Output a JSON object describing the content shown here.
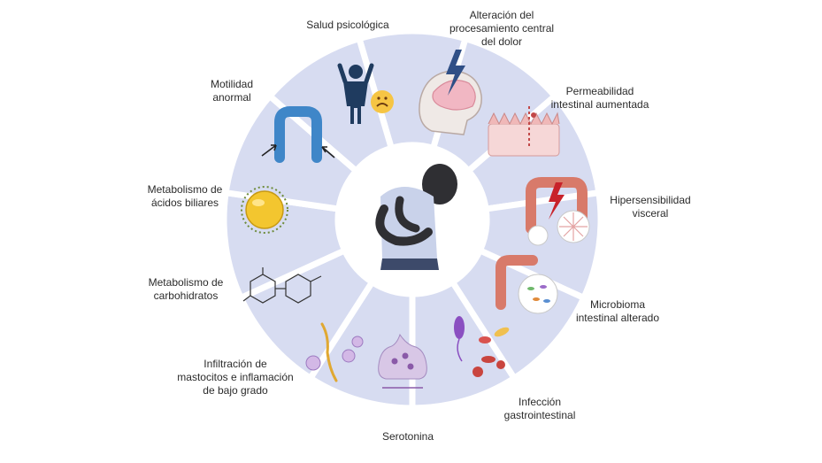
{
  "diagram": {
    "colors": {
      "ring": "#d7dcf1",
      "divider": "#ffffff",
      "center_fill": "#ffffff",
      "label_text": "#2b2b2b"
    },
    "center": {
      "icon": "person-abdominal-pain-icon"
    },
    "segments": [
      {
        "label": "Salud psicológica",
        "icon": "distressed-person-icon"
      },
      {
        "label": "Alteración del\nprocesamiento central\ndel dolor",
        "icon": "brain-lightning-icon"
      },
      {
        "label": "Permeabilidad\nintestinal aumentada",
        "icon": "leaky-intestinal-wall-icon"
      },
      {
        "label": "Hipersensibilidad\nvisceral",
        "icon": "colon-pain-icon"
      },
      {
        "label": "Microbioma\nintestinal alterado",
        "icon": "gut-bacteria-icon"
      },
      {
        "label": "Infección\ngastrointestinal",
        "icon": "pathogen-icon"
      },
      {
        "label": "Serotonina",
        "icon": "synapse-icon"
      },
      {
        "label": "Infiltración de\nmastocitos e inflamación\nde bajo grado",
        "icon": "mast-cell-icon"
      },
      {
        "label": "Metabolismo de\ncarbohidratos",
        "icon": "sugar-molecule-icon"
      },
      {
        "label": "Metabolismo de\nácidos biliares",
        "icon": "bile-droplet-icon"
      },
      {
        "label": "Motilidad\nanormal",
        "icon": "colon-motility-icon"
      }
    ]
  }
}
